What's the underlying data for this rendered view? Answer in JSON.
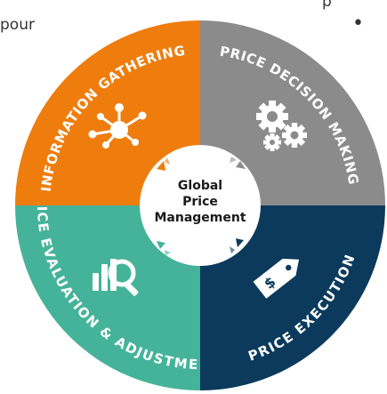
{
  "background_text": {
    "left": "pour",
    "right": "p",
    "bullet": "•"
  },
  "colors": {
    "information_gathering": "#ee7d0e",
    "price_decision_making": "#8b8b8b",
    "price_execution": "#0b3a5c",
    "price_evaluation": "#45b39a",
    "hub": "#ffffff",
    "hub_text": "#1a1a1a",
    "quad_text": "#ffffff"
  },
  "segments": {
    "information_gathering": {
      "label": "INFORMATION GATHERING",
      "icon": "network-nodes-icon"
    },
    "price_decision_making": {
      "label": "PRICE DECISION MAKING",
      "icon": "gears-icon"
    },
    "price_execution": {
      "label": "PRICE EXECUTION",
      "icon": "price-tag-icon"
    },
    "price_evaluation": {
      "label": "PRICE EVALUATION & ADJUSTMENT",
      "icon": "magnifier-chart-icon"
    }
  },
  "hub": {
    "line1": "Global",
    "line2": "Price",
    "line3": "Management"
  }
}
